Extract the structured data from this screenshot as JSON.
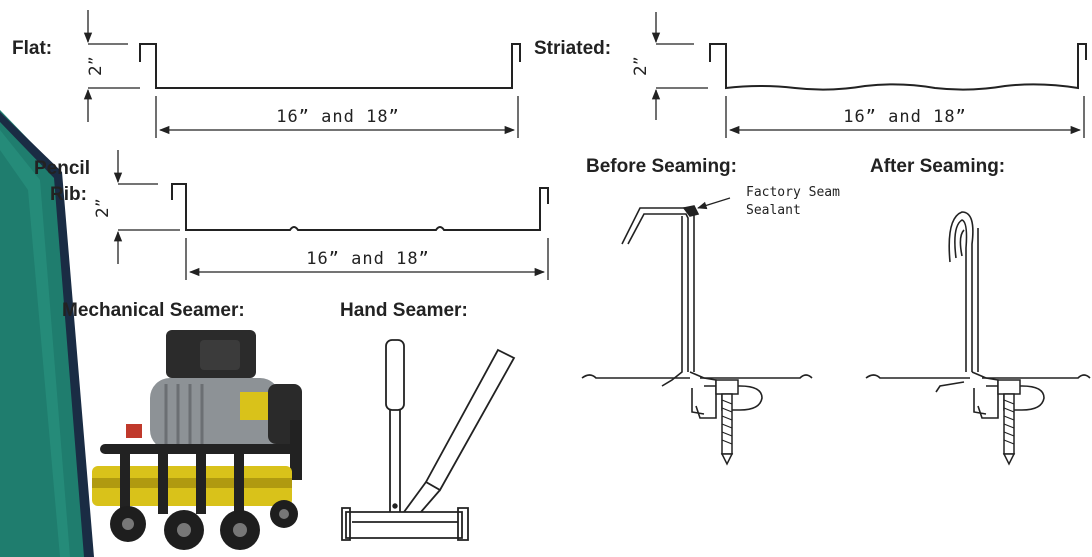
{
  "labels": {
    "flat": "Flat:",
    "striated": "Striated:",
    "pencil_rib_line1": "Pencil",
    "pencil_rib_line2": "Rib:",
    "before_seaming": "Before Seaming:",
    "after_seaming": "After Seaming:",
    "mechanical_seamer": "Mechanical Seamer:",
    "hand_seamer": "Hand Seamer:"
  },
  "dimensions": {
    "height": "2”",
    "width": "16” and 18”"
  },
  "callouts": {
    "sealant_line1": "Factory Seam",
    "sealant_line2": "Sealant"
  },
  "colors": {
    "band_teal": "#1f7d6e",
    "band_navy": "#1a2c44",
    "machine_yellow": "#d9c21a",
    "motor_gray": "#8d9296"
  }
}
